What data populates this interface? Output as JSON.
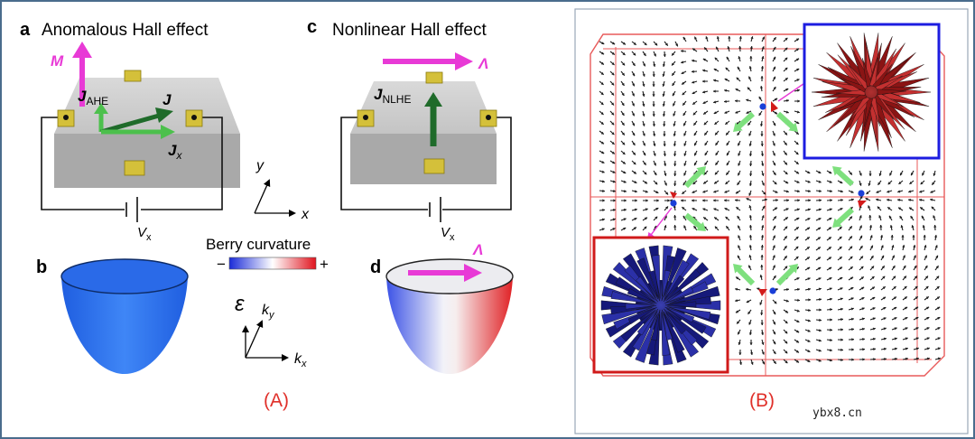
{
  "panel_a": {
    "letter": "a",
    "title": "Anomalous Hall effect",
    "m_label": "M",
    "jahe_main": "J",
    "jahe_sub": "AHE",
    "j_label": "J",
    "jx_main": "J",
    "jx_sub": "x",
    "vx_main": "V",
    "vx_sub": "x"
  },
  "panel_c": {
    "letter": "c",
    "title": "Nonlinear Hall effect",
    "lambda_label": "Λ",
    "jnlhe_main": "J",
    "jnlhe_sub": "NLHE",
    "vx_main": "V",
    "vx_sub": "x"
  },
  "axes_xy": {
    "y": "y",
    "x": "x"
  },
  "panel_b": {
    "letter": "b"
  },
  "panel_d": {
    "letter": "d",
    "lambda_label": "Λ"
  },
  "berry": {
    "title": "Berry curvature",
    "minus": "−",
    "plus": "+",
    "color_neg": "#1a2bd8",
    "color_pos": "#e0141e"
  },
  "k_axes": {
    "energy": "ε",
    "ky_main": "k",
    "ky_sub": "y",
    "kx_main": "k",
    "kx_sub": "x"
  },
  "caption_a": "(A)",
  "caption_b": "(B)",
  "watermark": "ybx8.cn",
  "colors": {
    "magenta": "#e83ad6",
    "caption_red": "#e0302a",
    "green_dark": "#1f6b2a",
    "green_light": "#4cc04c",
    "inset_blue_border": "#1d1de0",
    "inset_red_border": "#d01a1a",
    "frame": "#4a6c8c"
  }
}
